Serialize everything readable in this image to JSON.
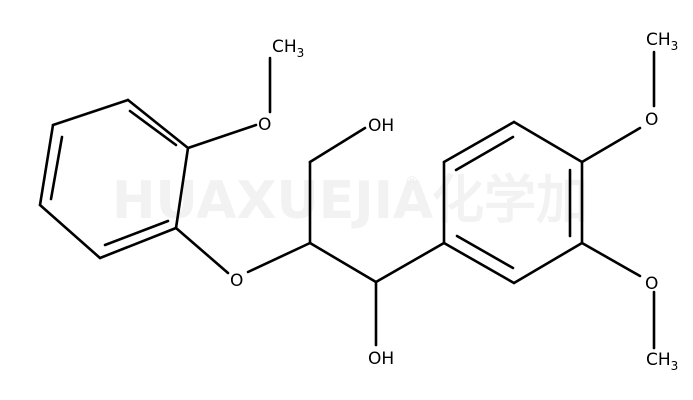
{
  "watermark": {
    "latin": "HUAXUEJIA",
    "registered": "®",
    "chinese": "化学加",
    "color": "#f2f2f2"
  },
  "molecule": {
    "atoms": {
      "methoxy_top_left_ch3": {
        "label": "CH",
        "sub": "3"
      },
      "methoxy_top_left_o": {
        "label": "O"
      },
      "ether_o": {
        "label": "O"
      },
      "primary_oh": {
        "label": "OH"
      },
      "secondary_oh": {
        "label": "OH"
      },
      "methoxy_right_top_ch3": {
        "label": "CH",
        "sub": "3"
      },
      "methoxy_right_top_o": {
        "label": "O"
      },
      "methoxy_right_bottom_o": {
        "label": "O"
      },
      "methoxy_right_bottom_ch3": {
        "label": "CH",
        "sub": "3"
      }
    },
    "bond_color": "#000000"
  }
}
